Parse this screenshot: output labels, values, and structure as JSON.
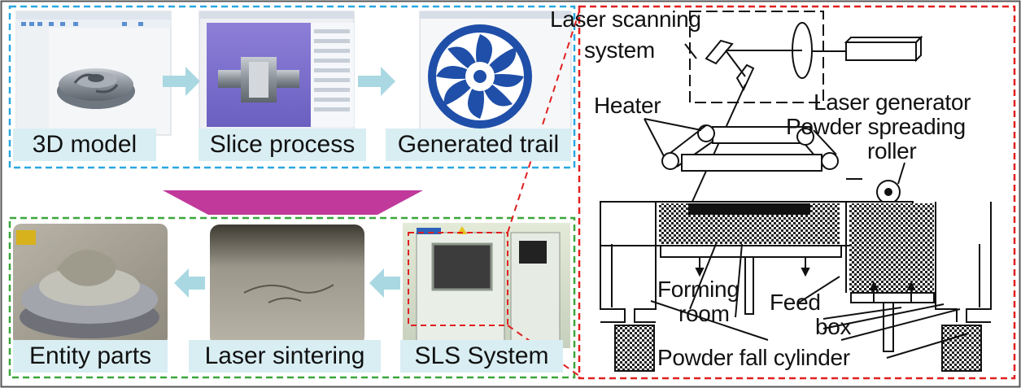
{
  "workflow": {
    "top_row": {
      "model_label": "3D model",
      "slice_label": "Slice process",
      "trail_label": "Generated trail"
    },
    "bottom_row": {
      "entity_label": "Entity parts",
      "sintering_label": "Laser sintering",
      "sls_label": "SLS System"
    }
  },
  "schematic": {
    "scanning_label_line1": "Laser scanning",
    "scanning_label_line2": "system",
    "heater_label": "Heater",
    "generator_label": "Laser generator",
    "roller_label_line1": "Powder spreading",
    "roller_label_line2": "roller",
    "forming_label_line1": "Forming",
    "forming_label_line2": "room",
    "feed_label_line1": "Feed",
    "feed_label_line2": "box",
    "cylinder_label": "Powder fall cylinder"
  },
  "colors": {
    "top_group_border": "#2aa7e0",
    "bottom_group_border": "#3aa63a",
    "schematic_border": "#e02020",
    "flow_arrow": "#a9d8e2",
    "big_arrow": "#c0399b",
    "caption_bg": "#d9eef3"
  }
}
